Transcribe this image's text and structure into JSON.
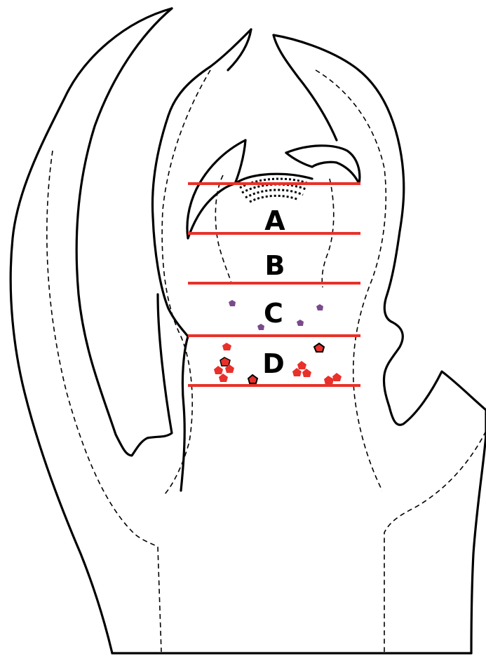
{
  "colors": {
    "outline": "#000000",
    "zone_line": "#e8312a",
    "dot_small": "#7a4a8c",
    "dot_large": "#e8312a",
    "dot_large_outline": "#000000"
  },
  "zones": [
    {
      "id": "A",
      "label": "A"
    },
    {
      "id": "B",
      "label": "B"
    },
    {
      "id": "C",
      "label": "C"
    },
    {
      "id": "D",
      "label": "D"
    }
  ]
}
